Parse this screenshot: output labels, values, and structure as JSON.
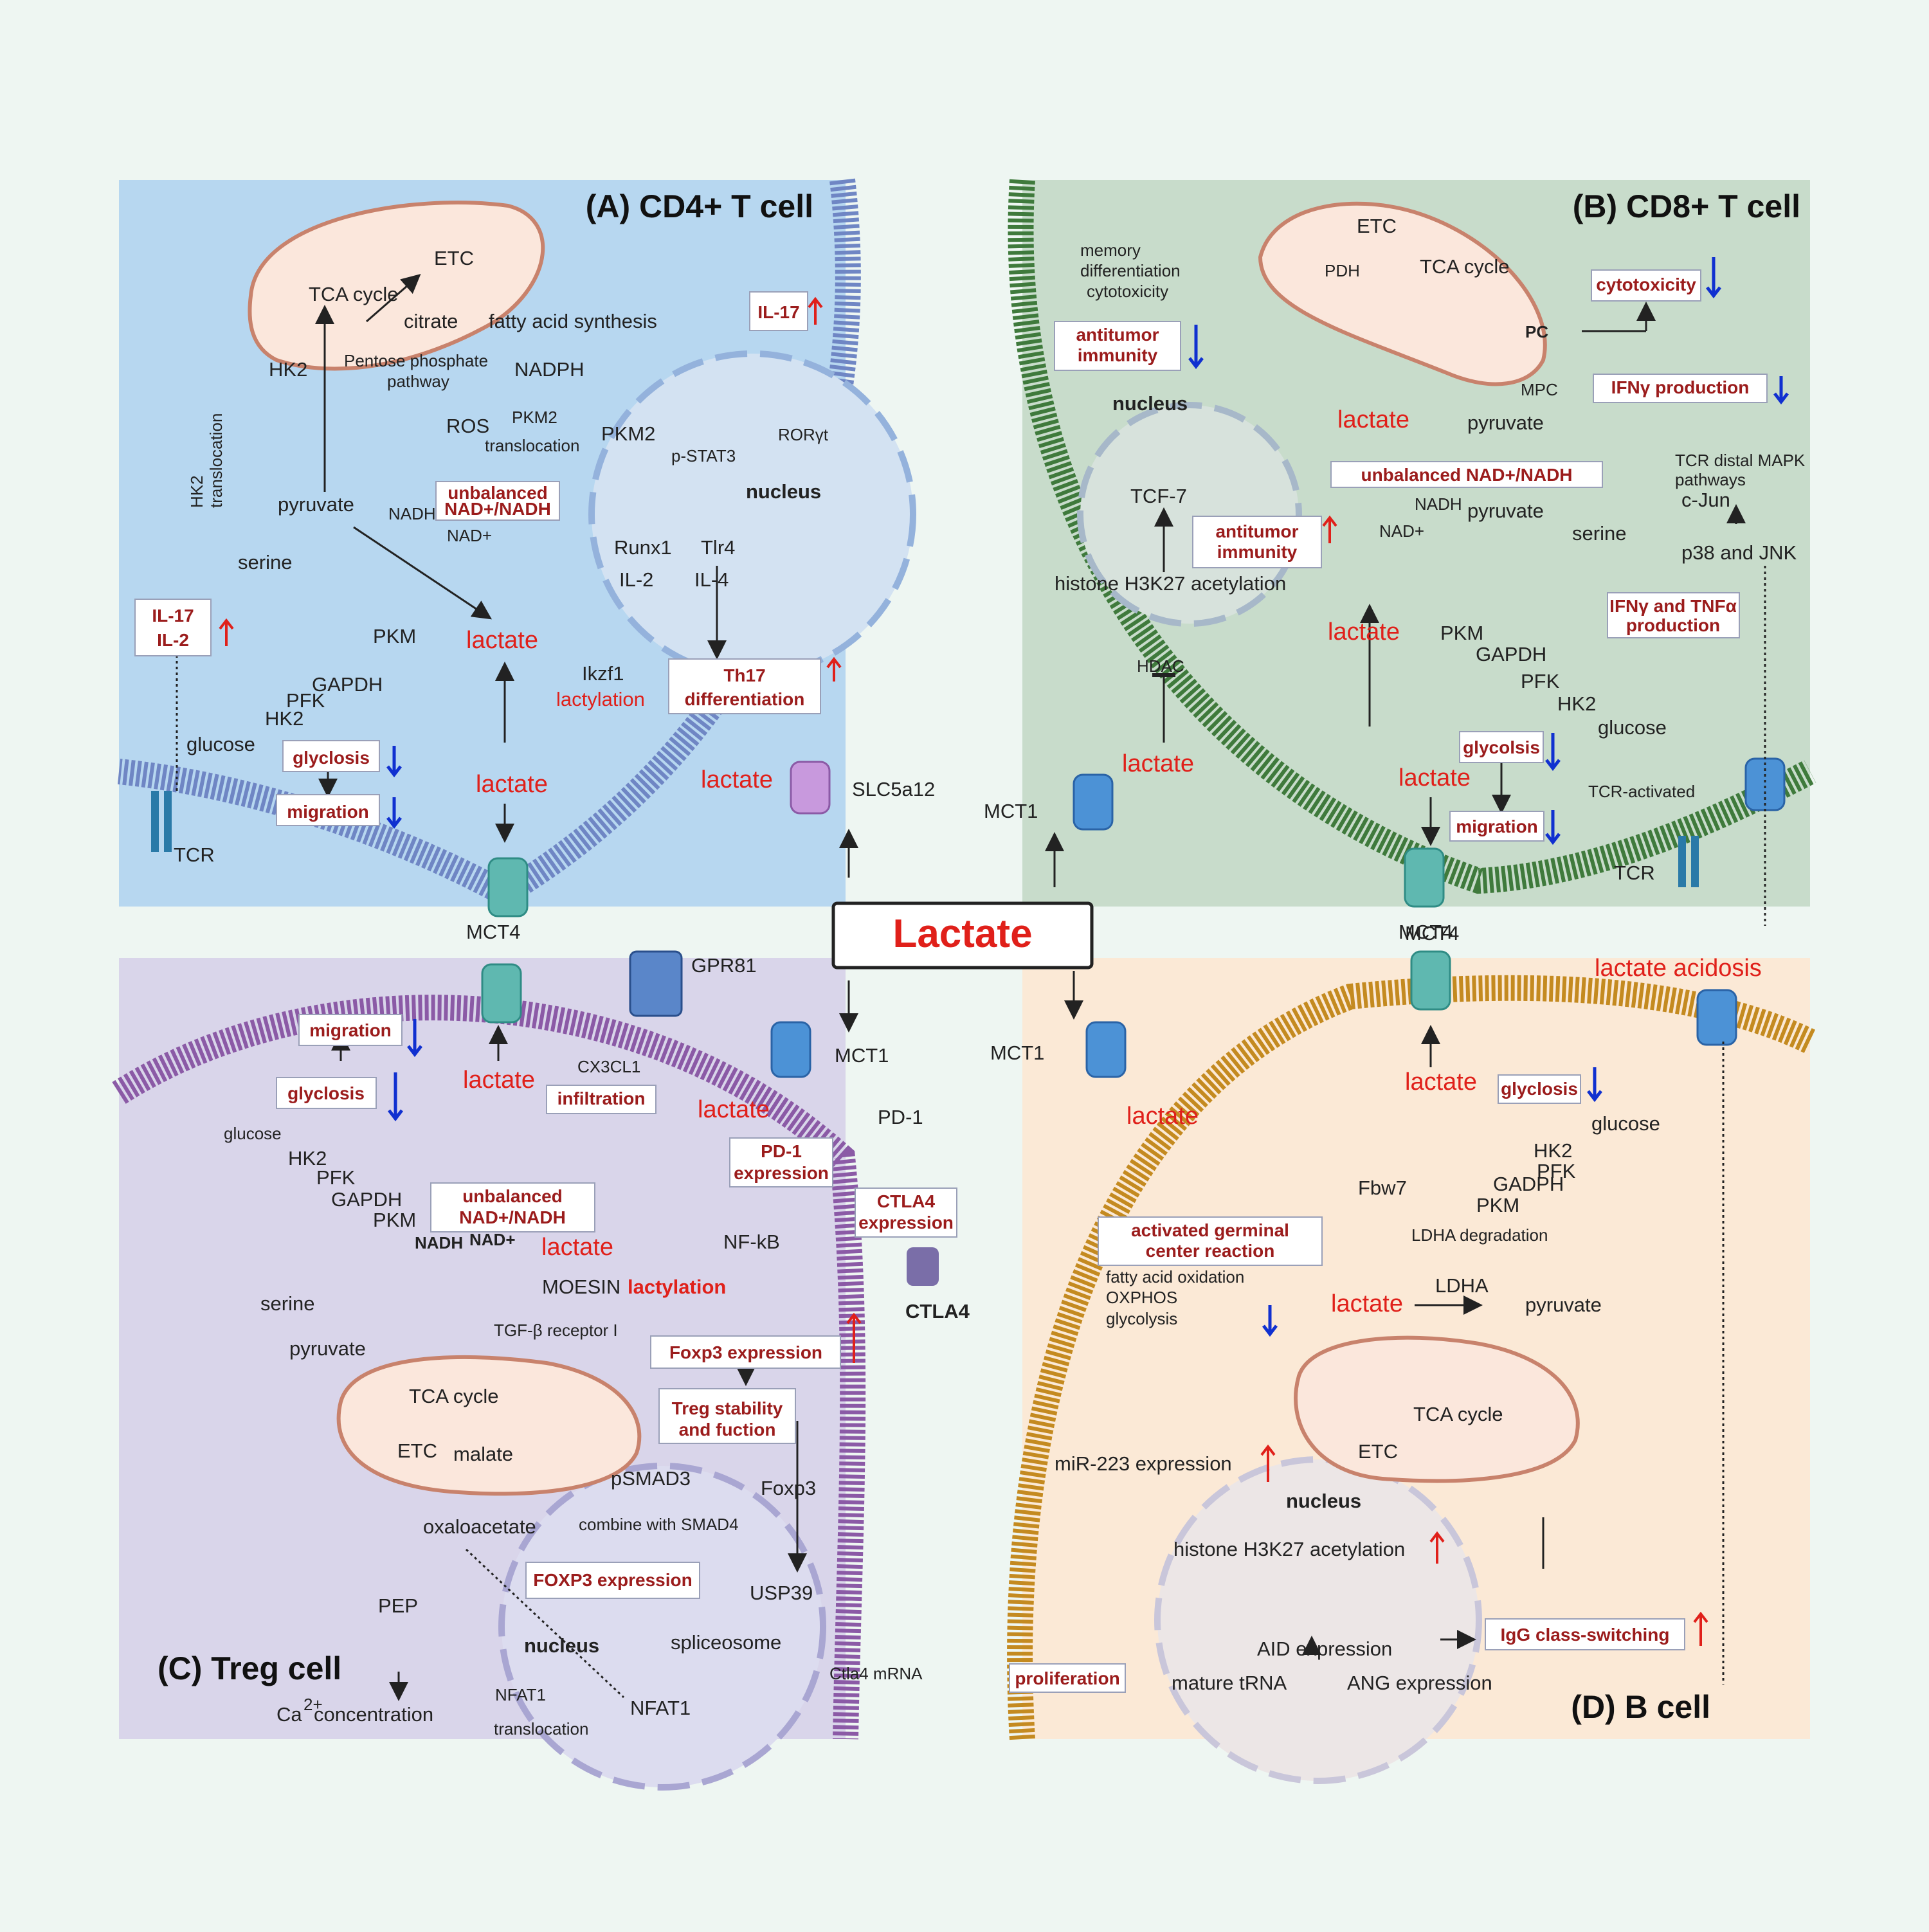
{
  "center": {
    "label": "Lactate"
  },
  "panelA": {
    "title": "(A) CD4+ T cell",
    "labels": [
      "TCA cycle",
      "ETC",
      "citrate",
      "fatty acid synthesis",
      "HK2",
      "Pentose phosphate",
      "pathway",
      "NADPH",
      "HK2",
      "translocation",
      "ROS",
      "PKM2",
      "translocation",
      "PKM2",
      "p-STAT3",
      "RORγt",
      "IL-17",
      "nucleus",
      "pyruvate",
      "NADH",
      "NAD+",
      "unbalanced",
      "NAD+/NADH",
      "Runx1",
      "Tlr4",
      "IL-2",
      "IL-4",
      "serine",
      "PKM",
      "lactate",
      "Ikzf1",
      "lactylation",
      "Th17",
      "differentiation",
      "IL-17",
      "IL-2",
      "GAPDH",
      "PFK",
      "HK2",
      "glucose",
      "glyclosis",
      "migration",
      "lactate",
      "lactate",
      "SLC5a12",
      "TCR",
      "MCT4"
    ]
  },
  "panelB": {
    "title": "(B) CD8+ T cell",
    "labels": [
      "memory",
      "differentiation",
      "cytotoxicity",
      "ETC",
      "PDH",
      "TCA cycle",
      "cytotoxicity",
      "antitumor",
      "immunity",
      "nucleus",
      "PC",
      "MPC",
      "IFNγ  production",
      "lactate",
      "pyruvate",
      "TCR distal MAPK",
      "pathways",
      "unbalanced NAD+/NADH",
      "c-Jun",
      "TCF-7",
      "NADH",
      "NAD+",
      "pyruvate",
      "antitumor",
      "immunity",
      "serine",
      "p38 and JNK",
      "histone H3K27 acetylation",
      "lactate",
      "PKM",
      "GAPDH",
      "IFNγ and TNFα",
      "production",
      "PFK",
      "HDAC",
      "HK2",
      "glucose",
      "lactate",
      "glycolsis",
      "lactate",
      "migration",
      "TCR-activated",
      "MCT1",
      "TCR",
      "MCT4"
    ]
  },
  "panelC": {
    "title": "(C) Treg cell",
    "labels": [
      "GPR81",
      "migration",
      "MCT1",
      "glyclosis",
      "CX3CL1",
      "lactate",
      "infiltration",
      "lactate",
      "PD-1",
      "glucose",
      "HK2",
      "PFK",
      "PD-1",
      "expression",
      "GAPDH",
      "PKM",
      "unbalanced",
      "NAD+/NADH",
      "CTLA4",
      "expression",
      "NADH",
      "NAD+",
      "lactate",
      "NF-kB",
      "MOESIN",
      "lactylation",
      "CTLA4",
      "serine",
      "pyruvate",
      "TGF-β receptor I",
      "Foxp3 expression",
      "TCA cycle",
      "Treg stability",
      "and fuction",
      "ETC",
      "malate",
      "pSMAD3",
      "Foxp3",
      "oxaloacetate",
      "combine with SMAD4",
      "FOXP3 expression",
      "USP39",
      "PEP",
      "spliceosome",
      "nucleus",
      "Ctla4 mRNA",
      "NFAT1",
      "concentration",
      "translocation",
      "NFAT1"
    ]
  },
  "panelD": {
    "title": "(D) B cell",
    "labels": [
      "MCT4",
      "lactate acidosis",
      "MCT1",
      "lactate",
      "glyclosis",
      "lactate",
      "glucose",
      "HK2",
      "PFK",
      "GADPH",
      "PKM",
      "Fbw7",
      "LDHA degradation",
      "activated germinal",
      "center  reaction",
      "fatty acid  oxidation",
      "OXPHOS",
      "glycolysis",
      "lactate",
      "LDHA",
      "pyruvate",
      "TCA cycle",
      "ETC",
      "miR-223 expression",
      "nucleus",
      "histone H3K27 acetylation",
      "AID expression",
      "IgG class-switching",
      "proliferation",
      "mature tRNA",
      "ANG expression"
    ]
  },
  "colors": {
    "panelA": "#b7d7f0",
    "panelB": "#c8dccb",
    "panelC": "#d9d5ea",
    "panelD": "#fbe9d6",
    "lactate_red": "#e0201a",
    "box_text": "#9b1c1c",
    "up_arrow": "#e0201a",
    "down_arrow": "#1030d0"
  }
}
